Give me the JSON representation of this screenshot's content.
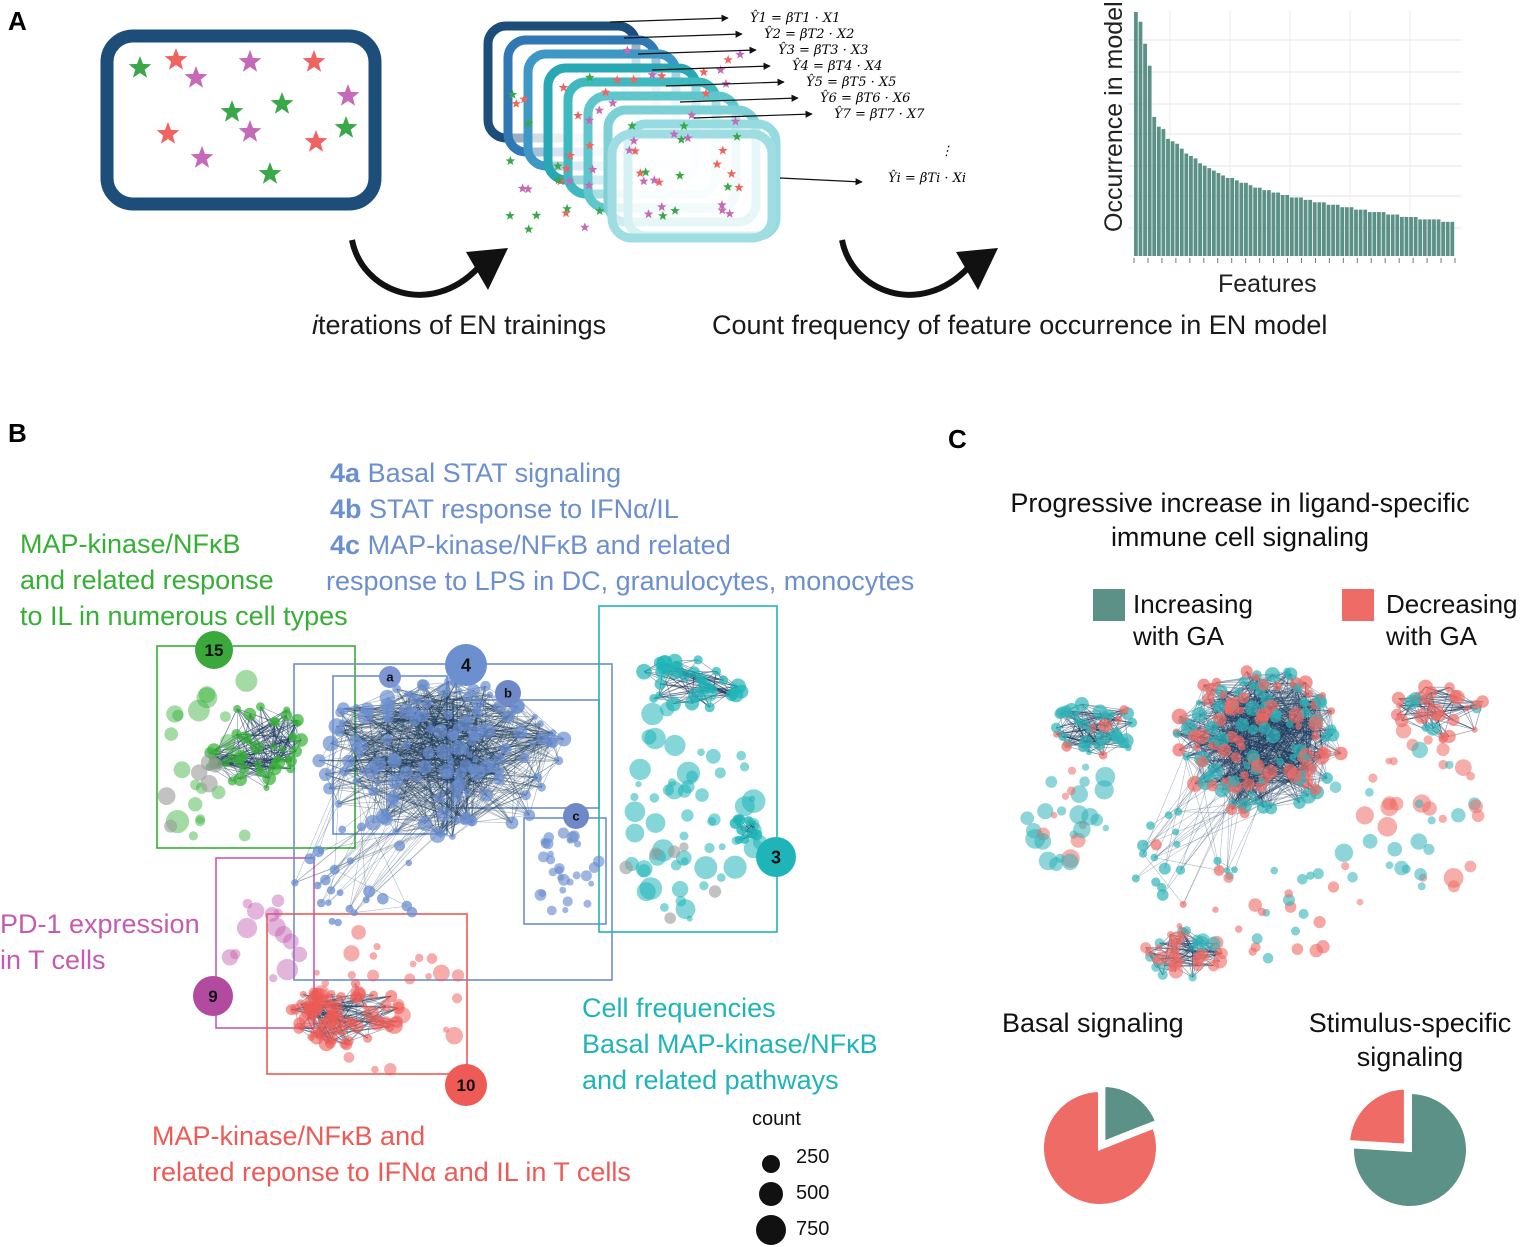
{
  "panels": {
    "a": "A",
    "b": "B",
    "c": "C"
  },
  "panel_a": {
    "caption_left": "iterations of EN trainings",
    "caption_left_prefix": "i",
    "caption_right": "Count frequency of feature occurrence in EN model",
    "equations": [
      "Ŷ1 = βT1 · X1",
      "Ŷ2 = βT2 · X2",
      "Ŷ3 = βT3 · X3",
      "Ŷ4 = βT4 · X4",
      "Ŷ5 = βT5 · X5",
      "Ŷ6 = βT6 · X6",
      "Ŷ7 = βT7 · X7",
      "⋮",
      "Ŷi = βTi · Xi"
    ],
    "star_colors": [
      "#3aa84a",
      "#ef6461",
      "#c46ab6"
    ],
    "frame_colors": [
      "#1d4e7a",
      "#2f78b4",
      "#3e98c6",
      "#27a8b4",
      "#3fb9c0",
      "#5fc6cc",
      "#7dd1d6",
      "#96dbe0"
    ]
  },
  "chart_data": {
    "type": "bar",
    "xlabel": "Features",
    "ylabel": "Occurrence in model",
    "grid": true,
    "values": [
      100,
      96,
      87,
      78,
      57,
      53,
      52,
      48,
      47,
      46,
      44,
      42,
      41,
      40,
      38,
      37,
      36,
      35,
      34,
      33,
      32,
      32,
      31,
      30,
      30,
      29,
      28,
      28,
      27,
      27,
      26,
      26,
      25,
      25,
      24,
      24,
      24,
      23,
      23,
      22,
      22,
      22,
      21,
      21,
      21,
      20,
      20,
      20,
      19,
      19,
      19,
      18,
      18,
      18,
      18,
      17,
      17,
      17,
      16,
      16,
      16,
      16,
      15,
      15,
      15,
      15,
      15,
      14,
      14,
      14
    ],
    "bar_color": "#5b9186"
  },
  "panel_b": {
    "label_15": "MAP-kinase/NFκB\nand related response\nto IL in numerous cell types",
    "label_4a_key": "4a",
    "label_4a_text": "Basal STAT signaling",
    "label_4b_key": "4b",
    "label_4b_text": "STAT response to IFNα/IL",
    "label_4c_key": "4c",
    "label_4c_text": "MAP-kinase/NFκB and related",
    "label_4c_text2": "response to LPS in DC, granulocytes, monocytes",
    "label_9": "PD-1 expression\nin T cells",
    "label_3": "Cell frequencies\nBasal MAP-kinase/NFκB\nand related pathways",
    "label_10": "MAP-kinase/NFκB and\nrelated reponse to IFNα and IL in T cells",
    "badges": {
      "b15": "15",
      "b4": "4",
      "ba": "a",
      "bb": "b",
      "bc": "c",
      "b3": "3",
      "b9": "9",
      "b10": "10"
    },
    "count_legend": {
      "title": "count",
      "values": [
        "250",
        "500",
        "750"
      ]
    },
    "colors": {
      "green": "#35b035",
      "blue": "#6b8fcf",
      "teal": "#1fb5b8",
      "red": "#ee5a55",
      "pink": "#c45bb0",
      "grey": "#9a9a9a",
      "edge": "#1b3a5c"
    }
  },
  "panel_c": {
    "title": "Progressive increase in ligand-specific\nimmune cell signaling",
    "legend_increasing": "Increasing\nwith GA",
    "legend_decreasing": "Decreasing\nwith GA",
    "basal_label": "Basal signaling",
    "stimulus_label": "Stimulus-specific\nsignaling",
    "pie_basal": [
      {
        "name": "Increasing with GA",
        "value": 0.19
      },
      {
        "name": "Decreasing with GA",
        "value": 0.81
      }
    ],
    "pie_stimulus": [
      {
        "name": "Increasing with GA",
        "value": 0.76
      },
      {
        "name": "Decreasing with GA",
        "value": 0.24
      }
    ],
    "colors": {
      "increasing": "#5b9186",
      "decreasing": "#ef6b66"
    }
  }
}
